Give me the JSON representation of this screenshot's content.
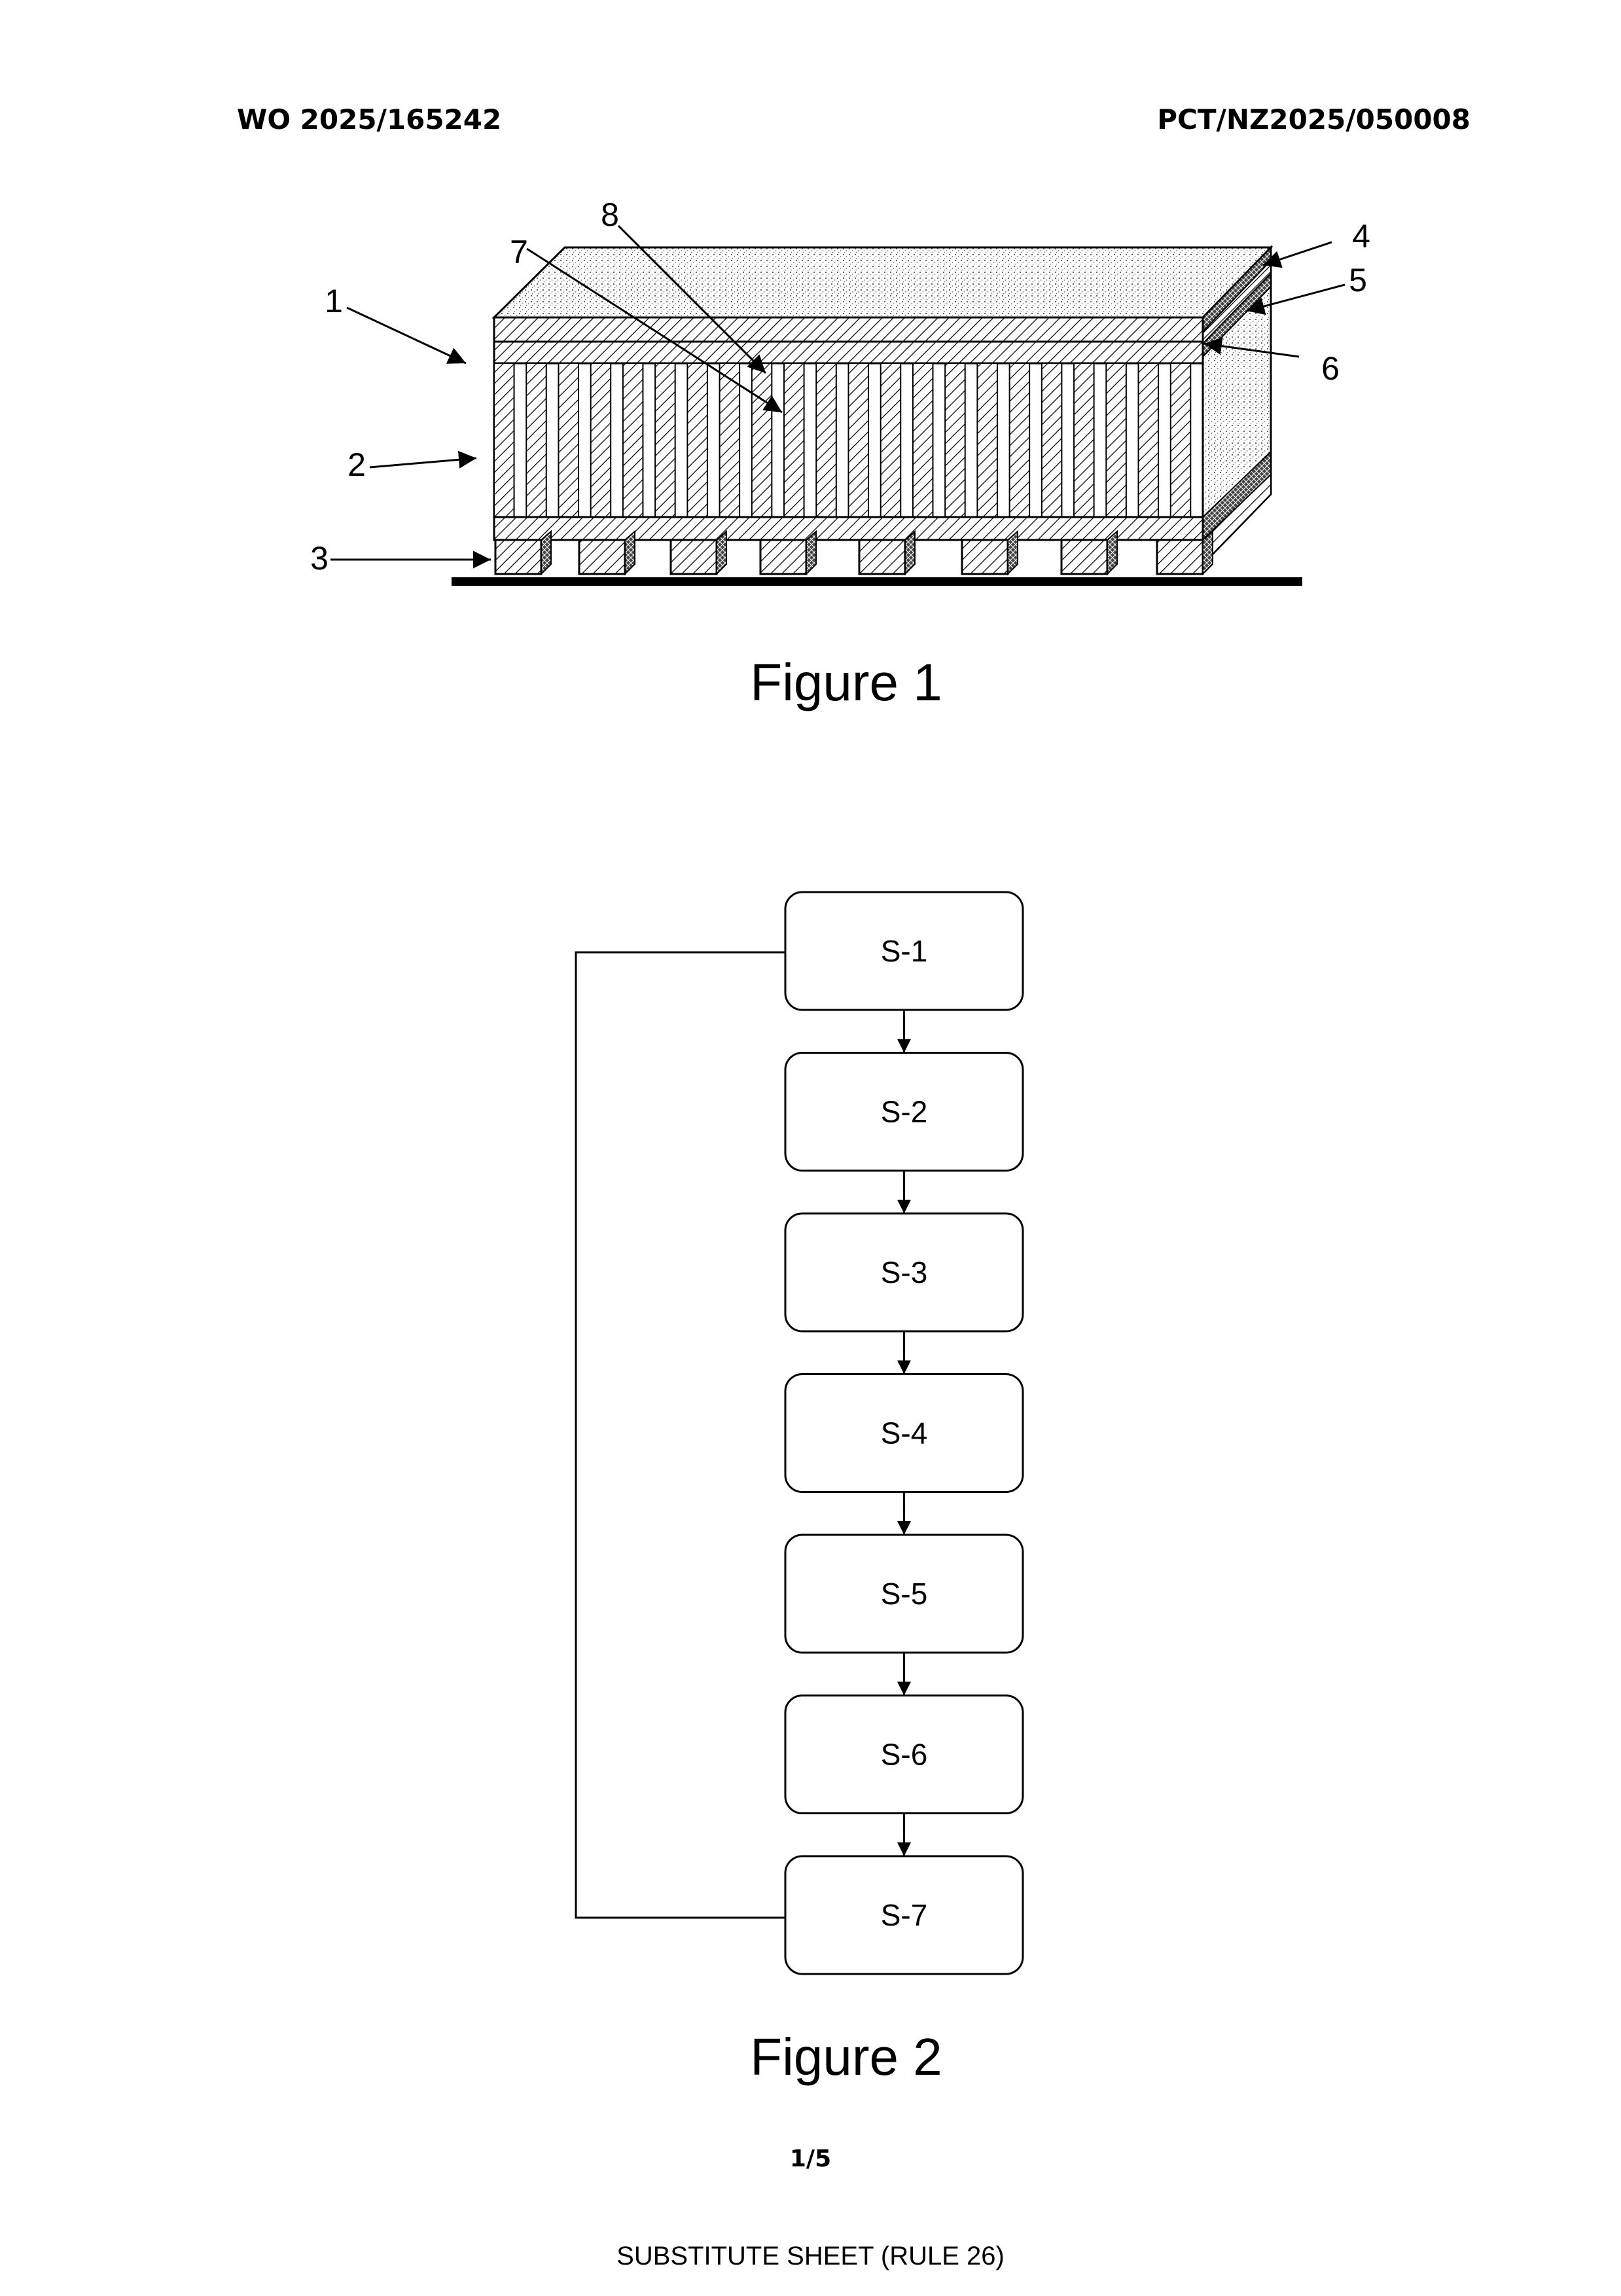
{
  "header": {
    "left": "WO 2025/165242",
    "right": "PCT/NZ2025/050008"
  },
  "figure1": {
    "caption": "Figure 1",
    "refs": [
      "1",
      "2",
      "3",
      "4",
      "5",
      "6",
      "7",
      "8"
    ]
  },
  "figure2": {
    "caption": "Figure 2",
    "steps": [
      "S-1",
      "S-2",
      "S-3",
      "S-4",
      "S-5",
      "S-6",
      "S-7"
    ]
  },
  "page_number": "1/5",
  "footer": "SUBSTITUTE SHEET (RULE 26)"
}
